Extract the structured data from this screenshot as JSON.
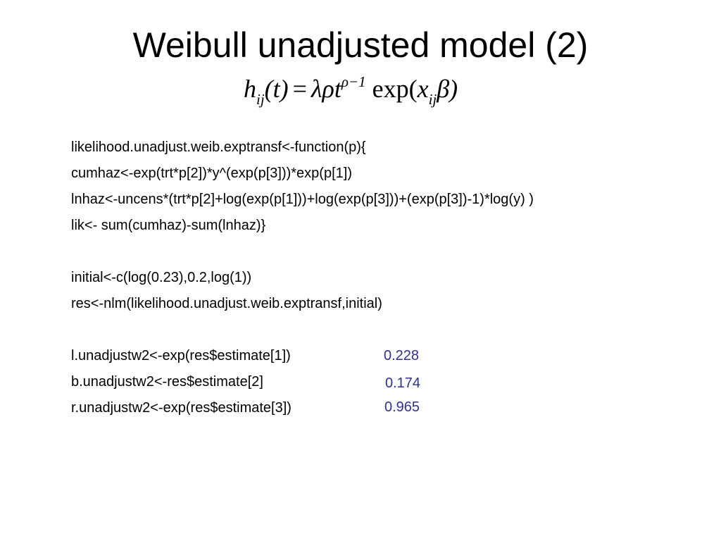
{
  "slide": {
    "title": "Weibull unadjusted model (2)",
    "formula": {
      "lhs_symbol": "h",
      "lhs_subscript": "ij",
      "lhs_arg": "(t)",
      "equals": "=",
      "lambda_rho_t": "λρt",
      "exponent": "ρ−1",
      "exp_open": "exp(",
      "x_symbol": "x",
      "x_subscript": "ij",
      "beta_close": "β)"
    },
    "code": {
      "line1": "likelihood.unadjust.weib.exptransf<-function(p){",
      "line2": "cumhaz<-exp(trt*p[2])*y^(exp(p[3]))*exp(p[1])",
      "line3": "lnhaz<-uncens*(trt*p[2]+log(exp(p[1]))+log(exp(p[3]))+(exp(p[3])-1)*log(y) )",
      "line4": "lik<- sum(cumhaz)-sum(lnhaz)}",
      "line5": "initial<-c(log(0.23),0.2,log(1))",
      "line6": "res<-nlm(likelihood.unadjust.weib.exptransf,initial)",
      "line7": "l.unadjustw2<-exp(res$estimate[1])",
      "line8": "b.unadjustw2<-res$estimate[2]",
      "line9": "r.unadjustw2<-exp(res$estimate[3])"
    },
    "results": {
      "l_value": "0.228",
      "b_value": "0.174",
      "r_value": "0.965"
    },
    "result_color": "#2e3192"
  }
}
